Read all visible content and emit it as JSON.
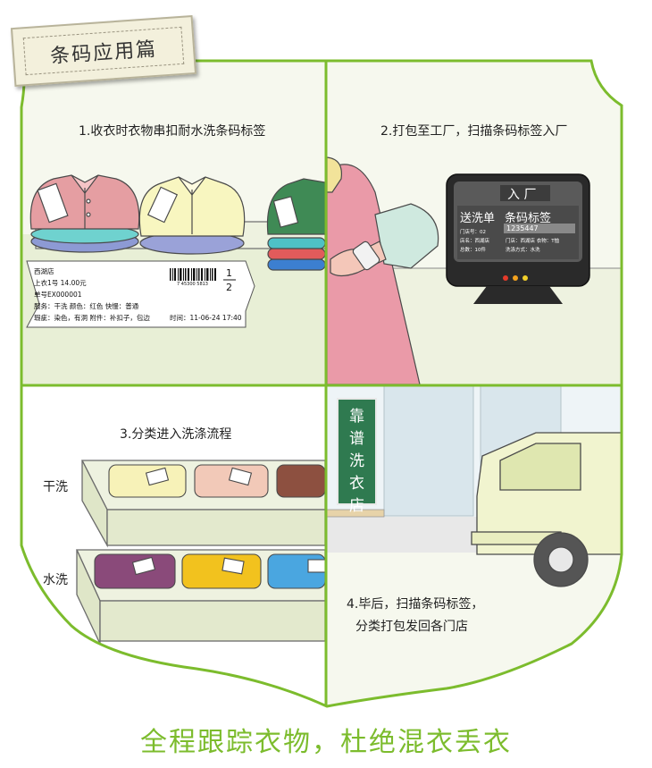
{
  "header": {
    "title": "条码应用篇"
  },
  "panels": {
    "p1": {
      "caption": "1.收衣时衣物串扣耐水洗条码标签",
      "tag": {
        "store": "西湖店",
        "item_line": "上衣1号  14.00元",
        "order": "单号EX000001",
        "service": "服务：干洗  颜色：红色  快慢：普通",
        "flaws": "瑕疵：染色，有洞    附件：补扣子，包边",
        "time": "时间：11-06-24 17:40",
        "barcode_number": "7 45300 5813",
        "fraction_num": "1",
        "fraction_den": "2"
      }
    },
    "p2": {
      "caption": "2.打包至工厂，扫描条码标签入厂",
      "monitor": {
        "header": "入 厂",
        "left_title": "送洗单",
        "right_title": "条码标签",
        "code": "1235447",
        "left_lines": [
          "门店号：02",
          "店名：西湖店",
          "总数：10件"
        ],
        "right_lines": [
          "门店：西湖店   衣物：T恤",
          "洗涤方式：水洗"
        ]
      }
    },
    "p3": {
      "caption": "3.分类进入洗涤流程",
      "dry_label": "干洗",
      "water_label": "水洗"
    },
    "p4": {
      "sign_chars": [
        "靠",
        "谱",
        "洗",
        "衣",
        "店"
      ],
      "caption_lines": [
        "4.毕后，扫描条码标签，",
        "分类打包发回各门店"
      ]
    }
  },
  "footer": {
    "slogan": "全程跟踪衣物，杜绝混衣丢衣"
  },
  "colors": {
    "frame_green": "#7cbc2d",
    "floor": "#e8efd6",
    "wall": "#f6f8ee",
    "sign_green": "#2f7a50"
  }
}
